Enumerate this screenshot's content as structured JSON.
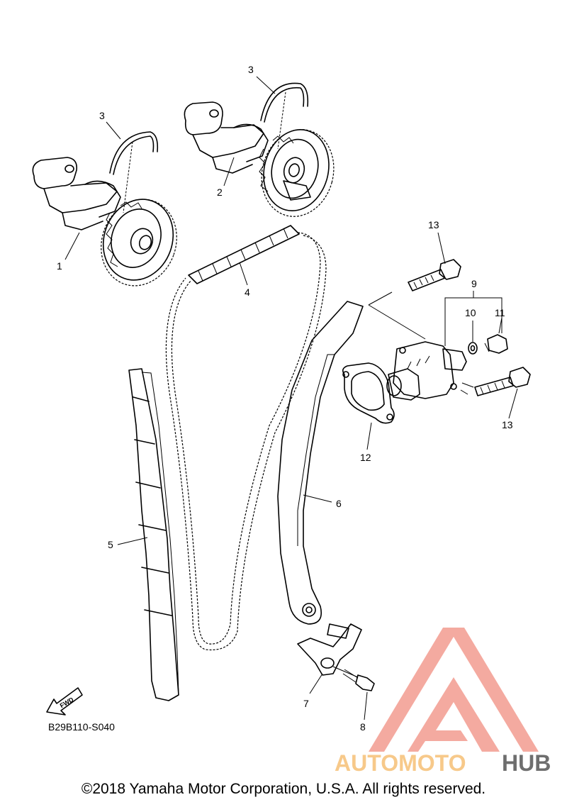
{
  "diagram": {
    "code": "B29B110-S040",
    "fwd_label": "FWD",
    "copyright": "©2018 Yamaha Motor Corporation, U.S.A. All rights reserved.",
    "callouts": [
      {
        "id": "1",
        "text": "1"
      },
      {
        "id": "2",
        "text": "2"
      },
      {
        "id": "3a",
        "text": "3"
      },
      {
        "id": "3b",
        "text": "3"
      },
      {
        "id": "4",
        "text": "4"
      },
      {
        "id": "5",
        "text": "5"
      },
      {
        "id": "6",
        "text": "6"
      },
      {
        "id": "7",
        "text": "7"
      },
      {
        "id": "8",
        "text": "8"
      },
      {
        "id": "9",
        "text": "9"
      },
      {
        "id": "10",
        "text": "10"
      },
      {
        "id": "11",
        "text": "11"
      },
      {
        "id": "12",
        "text": "12"
      },
      {
        "id": "13a",
        "text": "13"
      },
      {
        "id": "13b",
        "text": "13"
      }
    ]
  },
  "watermark": {
    "word_part1": "AUTOMOTO",
    "word_part2": "HUB",
    "color_primary": "#f29b8f",
    "color_secondary": "#f7c98a",
    "color_dark": "#6e6e6e"
  }
}
